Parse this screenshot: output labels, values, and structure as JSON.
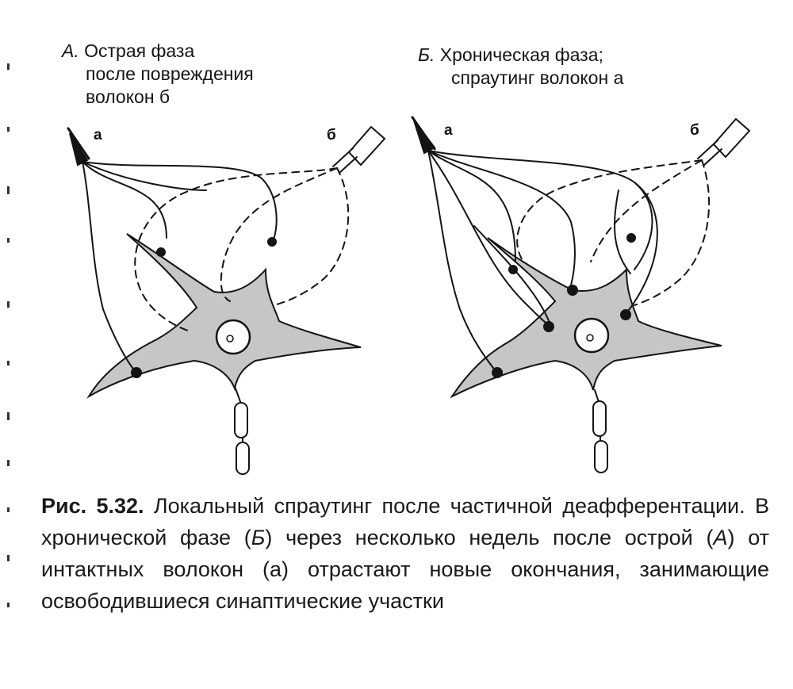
{
  "panels": {
    "a": {
      "letter": "А.",
      "line1": "Острая фаза",
      "line2": "после повреждения",
      "line3": "волокон б"
    },
    "b": {
      "letter": "Б.",
      "line1": "Хроническая фаза;",
      "line2": "спраутинг волокон а"
    }
  },
  "fiber_labels": {
    "a_panel_a": "а",
    "b_panel_a": "б",
    "a_panel_b": "а",
    "b_panel_b": "б"
  },
  "caption": {
    "fig_no": "Рис. 5.32.",
    "part1": " Локальный спраутинг после частичной деафферентации. В хронической фазе (",
    "ref_b": "Б",
    "part2": ") через несколько недель после острой (",
    "ref_a": "А",
    "part3": ") от интактных волокон (а) отрастают новые окончания, занимающие освободившиеся синаптические участки"
  },
  "colors": {
    "ink": "#141414",
    "soma_fill": "#c6c6c6",
    "background": "#ffffff"
  }
}
